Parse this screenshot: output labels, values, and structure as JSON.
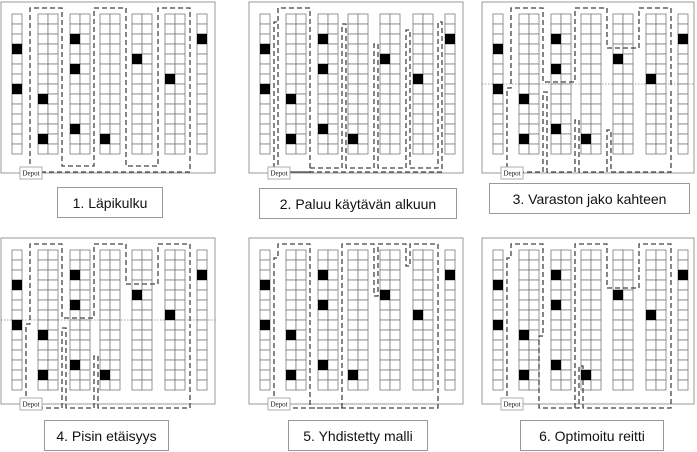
{
  "depot_label": "Depot",
  "colors": {
    "frame": "#999999",
    "rack": "#7a7a7a",
    "route": "#444444",
    "pick": "#000000",
    "divider": "#888888"
  },
  "panels": [
    {
      "id": "p1",
      "caption": "1. Läpikulku",
      "picks": [
        [
          0,
          3
        ],
        [
          0,
          7
        ],
        [
          1,
          8
        ],
        [
          1,
          12
        ],
        [
          2,
          2
        ],
        [
          2,
          5
        ],
        [
          2,
          11
        ],
        [
          3,
          12
        ],
        [
          4,
          4
        ],
        [
          5,
          6
        ],
        [
          6,
          2
        ]
      ],
      "divider": false
    },
    {
      "id": "p2",
      "caption": "2. Paluu käytävän alkuun",
      "picks": [
        [
          0,
          3
        ],
        [
          0,
          7
        ],
        [
          1,
          8
        ],
        [
          1,
          12
        ],
        [
          2,
          2
        ],
        [
          2,
          5
        ],
        [
          2,
          11
        ],
        [
          3,
          12
        ],
        [
          4,
          4
        ],
        [
          5,
          6
        ],
        [
          6,
          2
        ]
      ],
      "divider": false
    },
    {
      "id": "p3",
      "caption": "3. Varaston jako kahteen",
      "picks": [
        [
          0,
          3
        ],
        [
          0,
          7
        ],
        [
          1,
          8
        ],
        [
          1,
          12
        ],
        [
          2,
          2
        ],
        [
          2,
          5
        ],
        [
          2,
          11
        ],
        [
          3,
          12
        ],
        [
          4,
          4
        ],
        [
          5,
          6
        ],
        [
          6,
          2
        ]
      ],
      "divider": true
    },
    {
      "id": "p4",
      "caption": "4. Pisin etäisyys",
      "picks": [
        [
          0,
          3
        ],
        [
          0,
          7
        ],
        [
          1,
          8
        ],
        [
          1,
          12
        ],
        [
          2,
          2
        ],
        [
          2,
          5
        ],
        [
          2,
          11
        ],
        [
          3,
          12
        ],
        [
          4,
          4
        ],
        [
          5,
          6
        ],
        [
          6,
          2
        ]
      ],
      "divider": true
    },
    {
      "id": "p5",
      "caption": "5. Yhdistetty malli",
      "picks": [
        [
          0,
          3
        ],
        [
          0,
          7
        ],
        [
          1,
          8
        ],
        [
          1,
          12
        ],
        [
          2,
          2
        ],
        [
          2,
          5
        ],
        [
          2,
          11
        ],
        [
          3,
          12
        ],
        [
          4,
          4
        ],
        [
          5,
          6
        ],
        [
          6,
          2
        ]
      ],
      "divider": false
    },
    {
      "id": "p6",
      "caption": "6. Optimoitu reitti",
      "picks": [
        [
          0,
          3
        ],
        [
          0,
          7
        ],
        [
          1,
          8
        ],
        [
          1,
          12
        ],
        [
          2,
          2
        ],
        [
          2,
          5
        ],
        [
          2,
          11
        ],
        [
          3,
          12
        ],
        [
          4,
          4
        ],
        [
          5,
          6
        ],
        [
          6,
          2
        ]
      ],
      "divider": false
    }
  ]
}
